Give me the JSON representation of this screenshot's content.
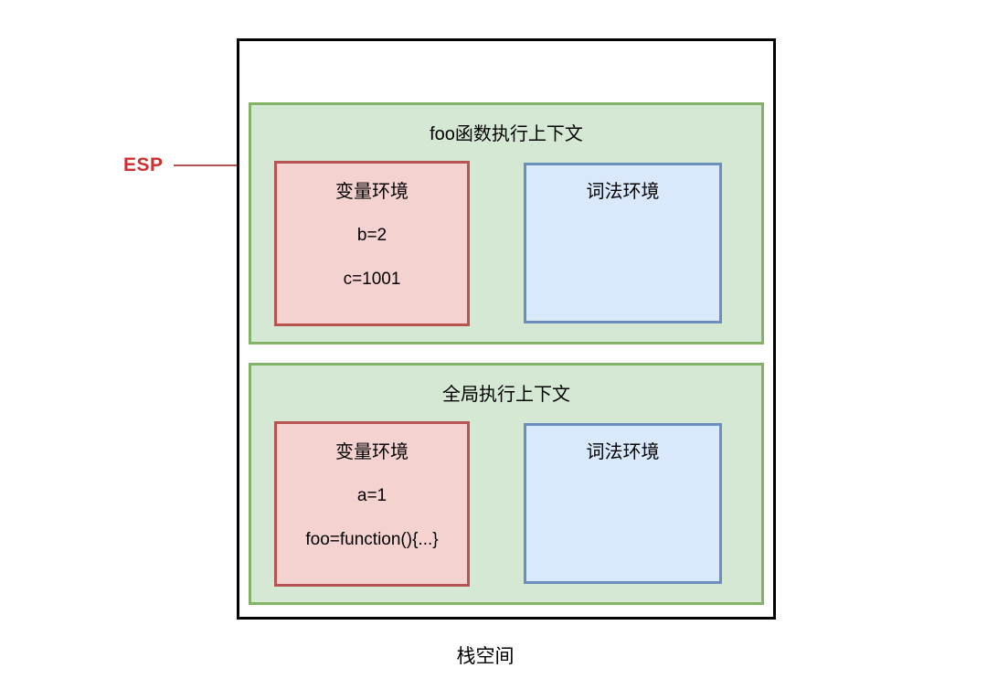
{
  "colors": {
    "outer_border": "#000000",
    "context_fill": "#d5e8d4",
    "context_border": "#82b366",
    "variable_fill": "#f3d2cf",
    "variable_border": "#b85450",
    "lexical_fill": "#dae8fc",
    "lexical_border": "#6c8ebf",
    "esp_text": "#d12f2f",
    "esp_arrow": "#b05752",
    "text": "#000000"
  },
  "esp": {
    "label": "ESP"
  },
  "stack": {
    "label": "栈空间"
  },
  "contexts": [
    {
      "title": "foo函数执行上下文",
      "variable_env": {
        "title": "变量环境",
        "entries": [
          "b=2",
          "c=1001"
        ]
      },
      "lexical_env": {
        "title": "词法环境"
      }
    },
    {
      "title": "全局执行上下文",
      "variable_env": {
        "title": "变量环境",
        "entries": [
          "a=1",
          "foo=function(){...}"
        ]
      },
      "lexical_env": {
        "title": "词法环境"
      }
    }
  ]
}
